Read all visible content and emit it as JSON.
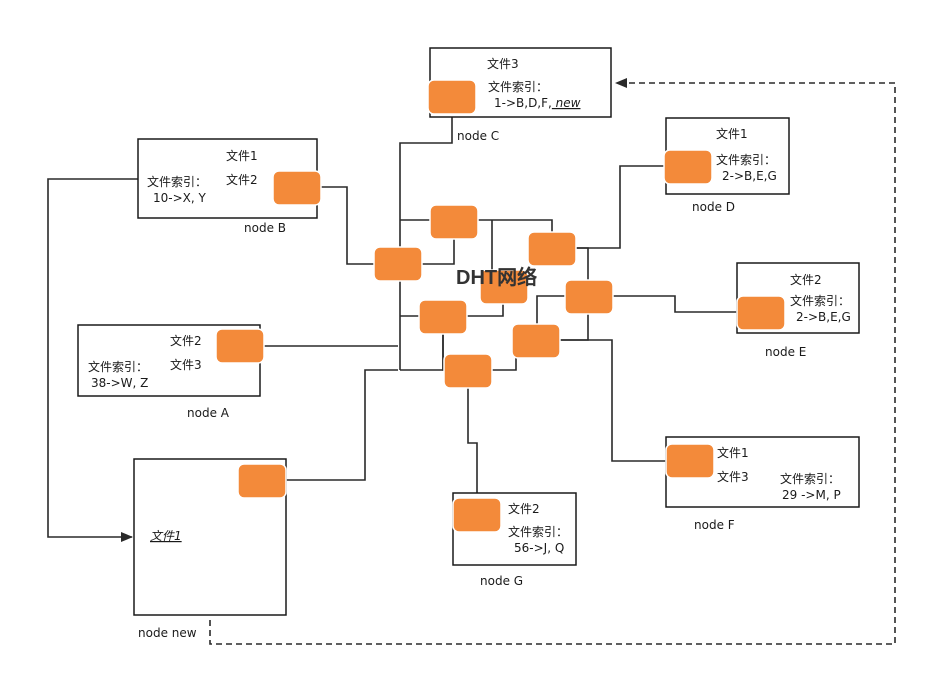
{
  "network_label": "DHT网络",
  "nodes": {
    "C": {
      "name": "node C",
      "files": [
        "文件3"
      ],
      "index_label": "文件索引：",
      "index_value": "1->B,D,F,",
      "index_extra": " new"
    },
    "B": {
      "name": "node B",
      "files": [
        "文件1",
        "文件2"
      ],
      "index_label": "文件索引：",
      "index_value": "10->X, Y"
    },
    "D": {
      "name": "node D",
      "files": [
        "文件1"
      ],
      "index_label": "文件索引：",
      "index_value": "2->B,E,G"
    },
    "E": {
      "name": "node E",
      "files": [
        "文件2"
      ],
      "index_label": "文件索引：",
      "index_value": "2->B,E,G"
    },
    "A": {
      "name": "node A",
      "files": [
        "文件2",
        "文件3"
      ],
      "index_label": "文件索引：",
      "index_value": "38->W, Z"
    },
    "F": {
      "name": "node F",
      "files": [
        "文件1",
        "文件3"
      ],
      "index_label": "文件索引：",
      "index_value": "29 ->M, P"
    },
    "G": {
      "name": "node G",
      "files": [
        "文件2"
      ],
      "index_label": "文件索引：",
      "index_value": "56->J, Q"
    },
    "new": {
      "name": "node new",
      "files": [
        "文件1"
      ]
    }
  },
  "colors": {
    "chip": "#f38a3a",
    "line": "#2a2a2a"
  }
}
